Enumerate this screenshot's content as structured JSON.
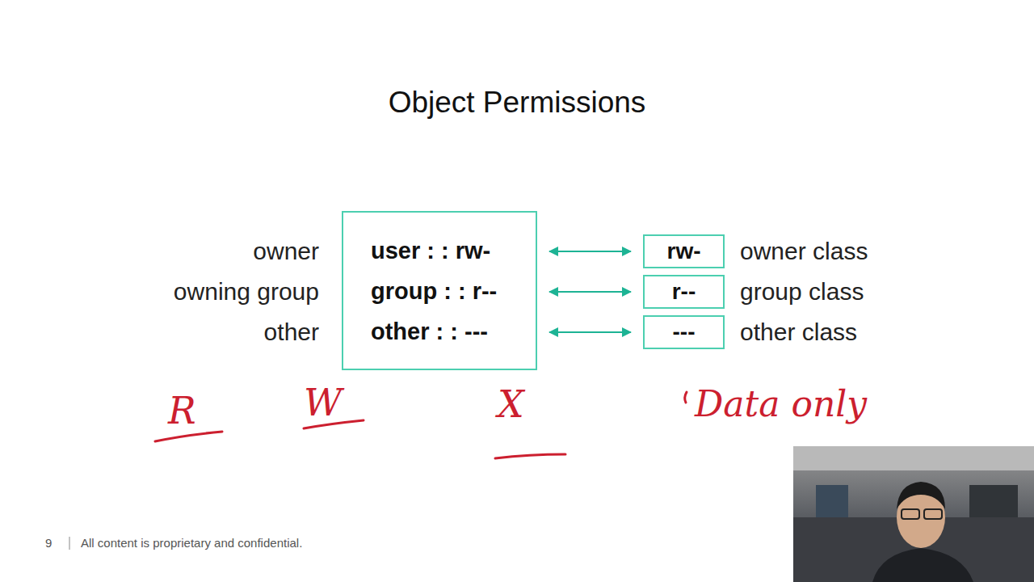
{
  "diagram": {
    "title": "Object Permissions",
    "nodes": [
      {
        "text": [
          "user : : rw-",
          "group : : r--",
          "other : : ---"
        ]
      },
      {
        "text": [
          "rw-",
          "owner class"
        ]
      },
      {
        "text": [
          "r--",
          "group class"
        ]
      },
      {
        "text": [
          "---",
          "other class"
        ]
      }
    ],
    "edges": [
      {
        "from": 0,
        "to": 1,
        "arrow": "both"
      },
      {
        "from": 0,
        "to": 2,
        "arrow": "both"
      },
      {
        "from": 0,
        "to": 3,
        "arrow": "both"
      }
    ],
    "labels": [
      "owner",
      "owning group",
      "other",
      "R",
      "W",
      "X",
      "Data only",
      "9",
      "All content is proprietary and confidential."
    ]
  }
}
